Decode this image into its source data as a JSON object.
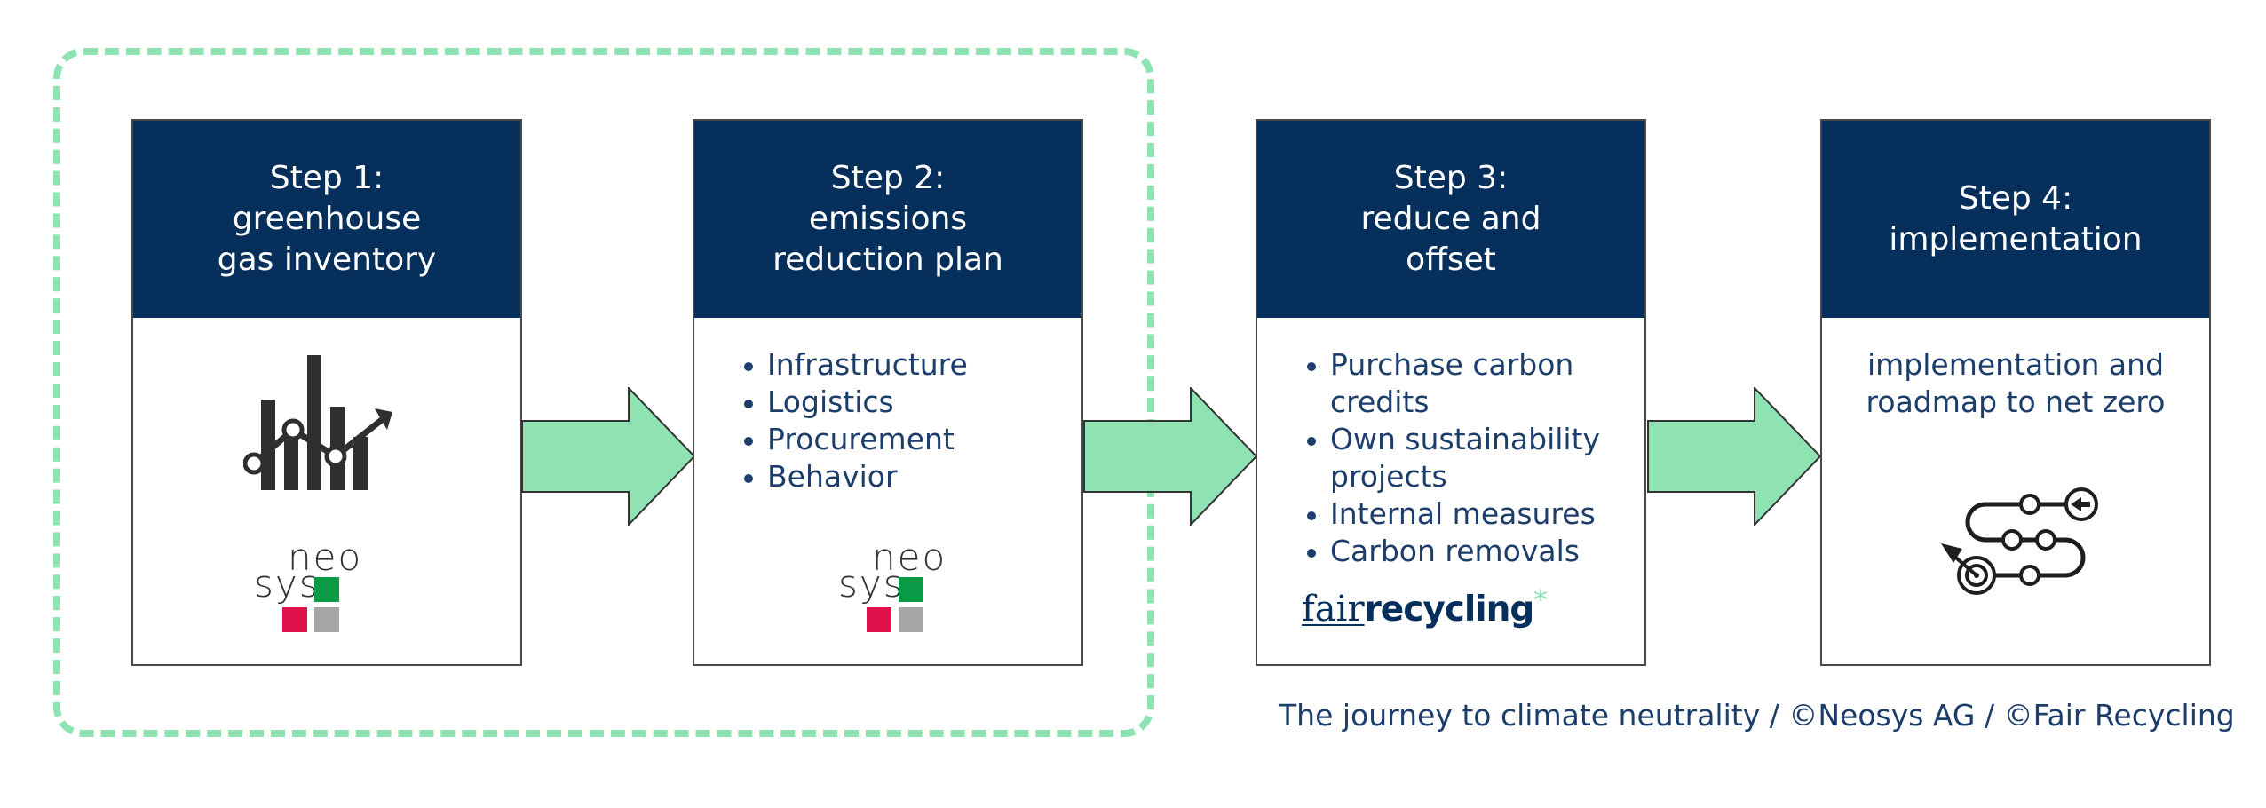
{
  "steps": [
    {
      "title_line1": "Step 1:",
      "title_line2": "greenhouse",
      "title_line3": "gas inventory",
      "icon": "bar-line-chart-icon",
      "logo_text_top": "neo",
      "logo_text_bottom": "sys"
    },
    {
      "title_line1": "Step 2:",
      "title_line2": "emissions",
      "title_line3": "reduction plan",
      "bullets": [
        "Infrastructure",
        "Logistics",
        "Procurement",
        "Behavior"
      ],
      "logo_text_top": "neo",
      "logo_text_bottom": "sys"
    },
    {
      "title_line1": "Step 3:",
      "title_line2": "reduce and",
      "title_line3": "offset",
      "bullets": [
        {
          "line1": "Purchase carbon",
          "line2": "credits"
        },
        {
          "line1": "Own sustainability",
          "line2": "projects"
        },
        {
          "line1": "Internal measures",
          "line2": ""
        },
        {
          "line1": "Carbon removals",
          "line2": ""
        }
      ],
      "logo_fair": "fair",
      "logo_recycling": "recycling",
      "logo_star": "*"
    },
    {
      "title_line1": "Step 4:",
      "title_line2": "implementation",
      "text_line1": "implementation and",
      "text_line2": "roadmap to net zero",
      "icon": "roadmap-target-icon"
    }
  ],
  "caption": "The journey to climate neutrality / ©Neosys AG / ©Fair Recycling",
  "colors": {
    "header_bg": "#062f5b",
    "body_text": "#1d3d6a",
    "arrow_fill": "#8fe3b3",
    "frame_dash": "#8fe3b3",
    "logo_green": "#0a9a45",
    "logo_red": "#e0124b",
    "logo_gray": "#a6a6a6"
  }
}
